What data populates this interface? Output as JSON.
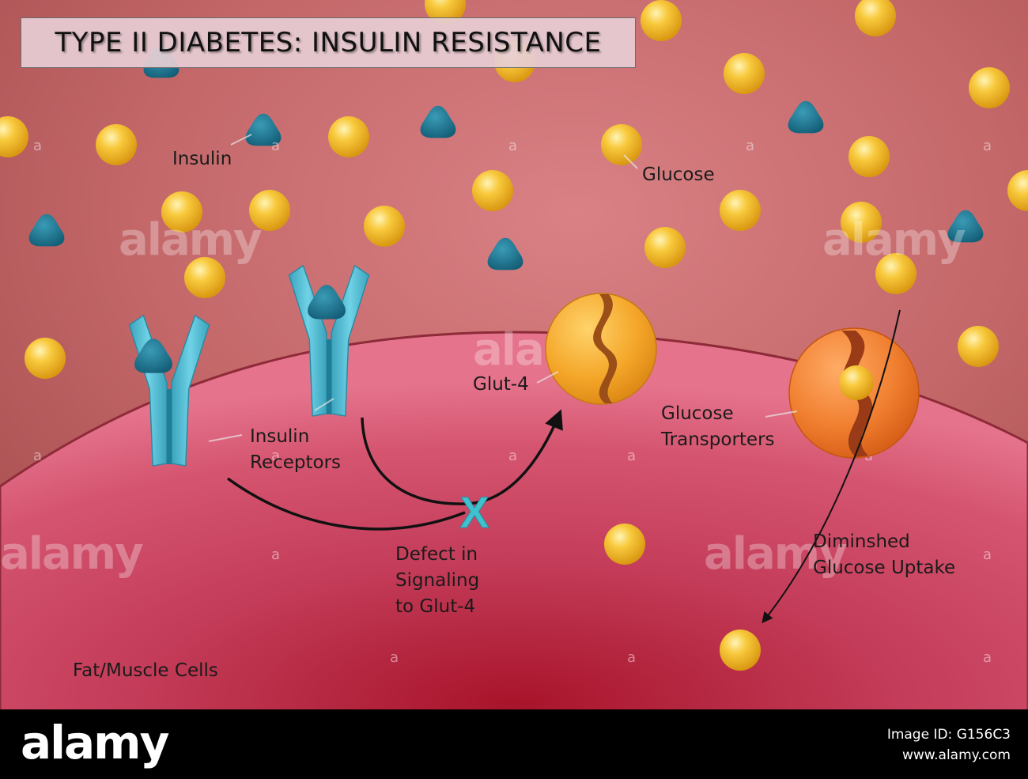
{
  "title": "TYPE II DIABETES: INSULIN RESISTANCE",
  "labels": {
    "insulin": "Insulin",
    "glucose": "Glucose",
    "glut4": "Glut-4",
    "insulin_receptors_1": "Insulin",
    "insulin_receptors_2": "Receptors",
    "glucose_transporters_1": "Glucose",
    "glucose_transporters_2": "Transporters",
    "defect_1": "Defect in",
    "defect_2": "Signaling",
    "defect_3": "to Glut-4",
    "diminished_1": "Diminshed",
    "diminished_2": "Glucose Uptake",
    "cells": "Fat/Muscle Cells"
  },
  "symbols": {
    "defect_marker": "X"
  },
  "watermark": {
    "word": "alamy",
    "mark": "a"
  },
  "footer": {
    "logo": "alamy",
    "image_id": "Image ID: G156C3",
    "site": "www.alamy.com"
  },
  "colors": {
    "background": "#b95e5e",
    "cell": "#d2566f",
    "cell_membrane": "#8e2b38",
    "glucose": "#f5bc2e",
    "insulin": "#1f7a94",
    "receptor": "#4bb8cf",
    "glut4_closed": "#f2a52a",
    "glut4_open": "#f07e2f",
    "defect_marker": "#3fc1cf"
  }
}
